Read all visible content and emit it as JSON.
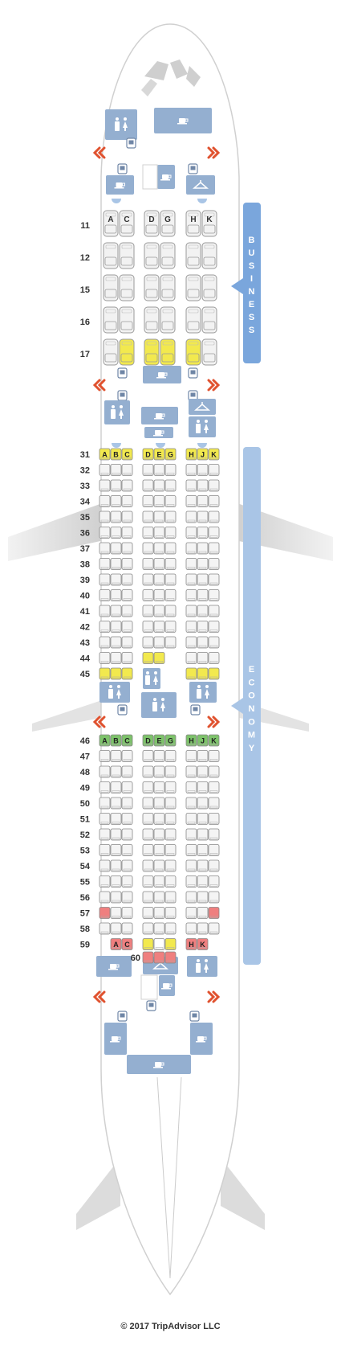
{
  "business": {
    "label": "BUSINESS",
    "rows": [
      "11",
      "12",
      "15",
      "16",
      "17"
    ],
    "letters": [
      "A",
      "C",
      "D",
      "G",
      "H",
      "K"
    ],
    "extra_legroom_row": "17"
  },
  "economy": {
    "label": "ECONOMY",
    "front_section_rows": [
      "31",
      "32",
      "33",
      "34",
      "35",
      "36",
      "37",
      "38",
      "39",
      "40",
      "41",
      "42",
      "43",
      "44",
      "45"
    ],
    "rear_section_rows": [
      "46",
      "47",
      "48",
      "49",
      "50",
      "51",
      "52",
      "53",
      "54",
      "55",
      "56",
      "57",
      "58",
      "59",
      "60"
    ],
    "letters": [
      "A",
      "B",
      "C",
      "D",
      "E",
      "G",
      "H",
      "J",
      "K"
    ],
    "row_59_letters": [
      "A",
      "C",
      "H",
      "K"
    ]
  },
  "seat_status_colors": {
    "standard": "#f4f4f4",
    "be_aware": "#f2e94e",
    "good": "#7dc36a",
    "bad": "#ef7f7f",
    "business_standard": "#f2f2f2"
  },
  "theme_colors": {
    "facility_tile": "#94afd0",
    "section_bar_business": "#7aa6dc",
    "section_bar_economy": "#a9c5e6",
    "exit_arrow": "#e0522f"
  },
  "icons": [
    "lavatory-icon",
    "galley-icon",
    "closet-icon",
    "bassinet-icon",
    "exit-arrow-icon",
    "crew-seat-icon"
  ],
  "copyright": "© 2017 TripAdvisor LLC"
}
